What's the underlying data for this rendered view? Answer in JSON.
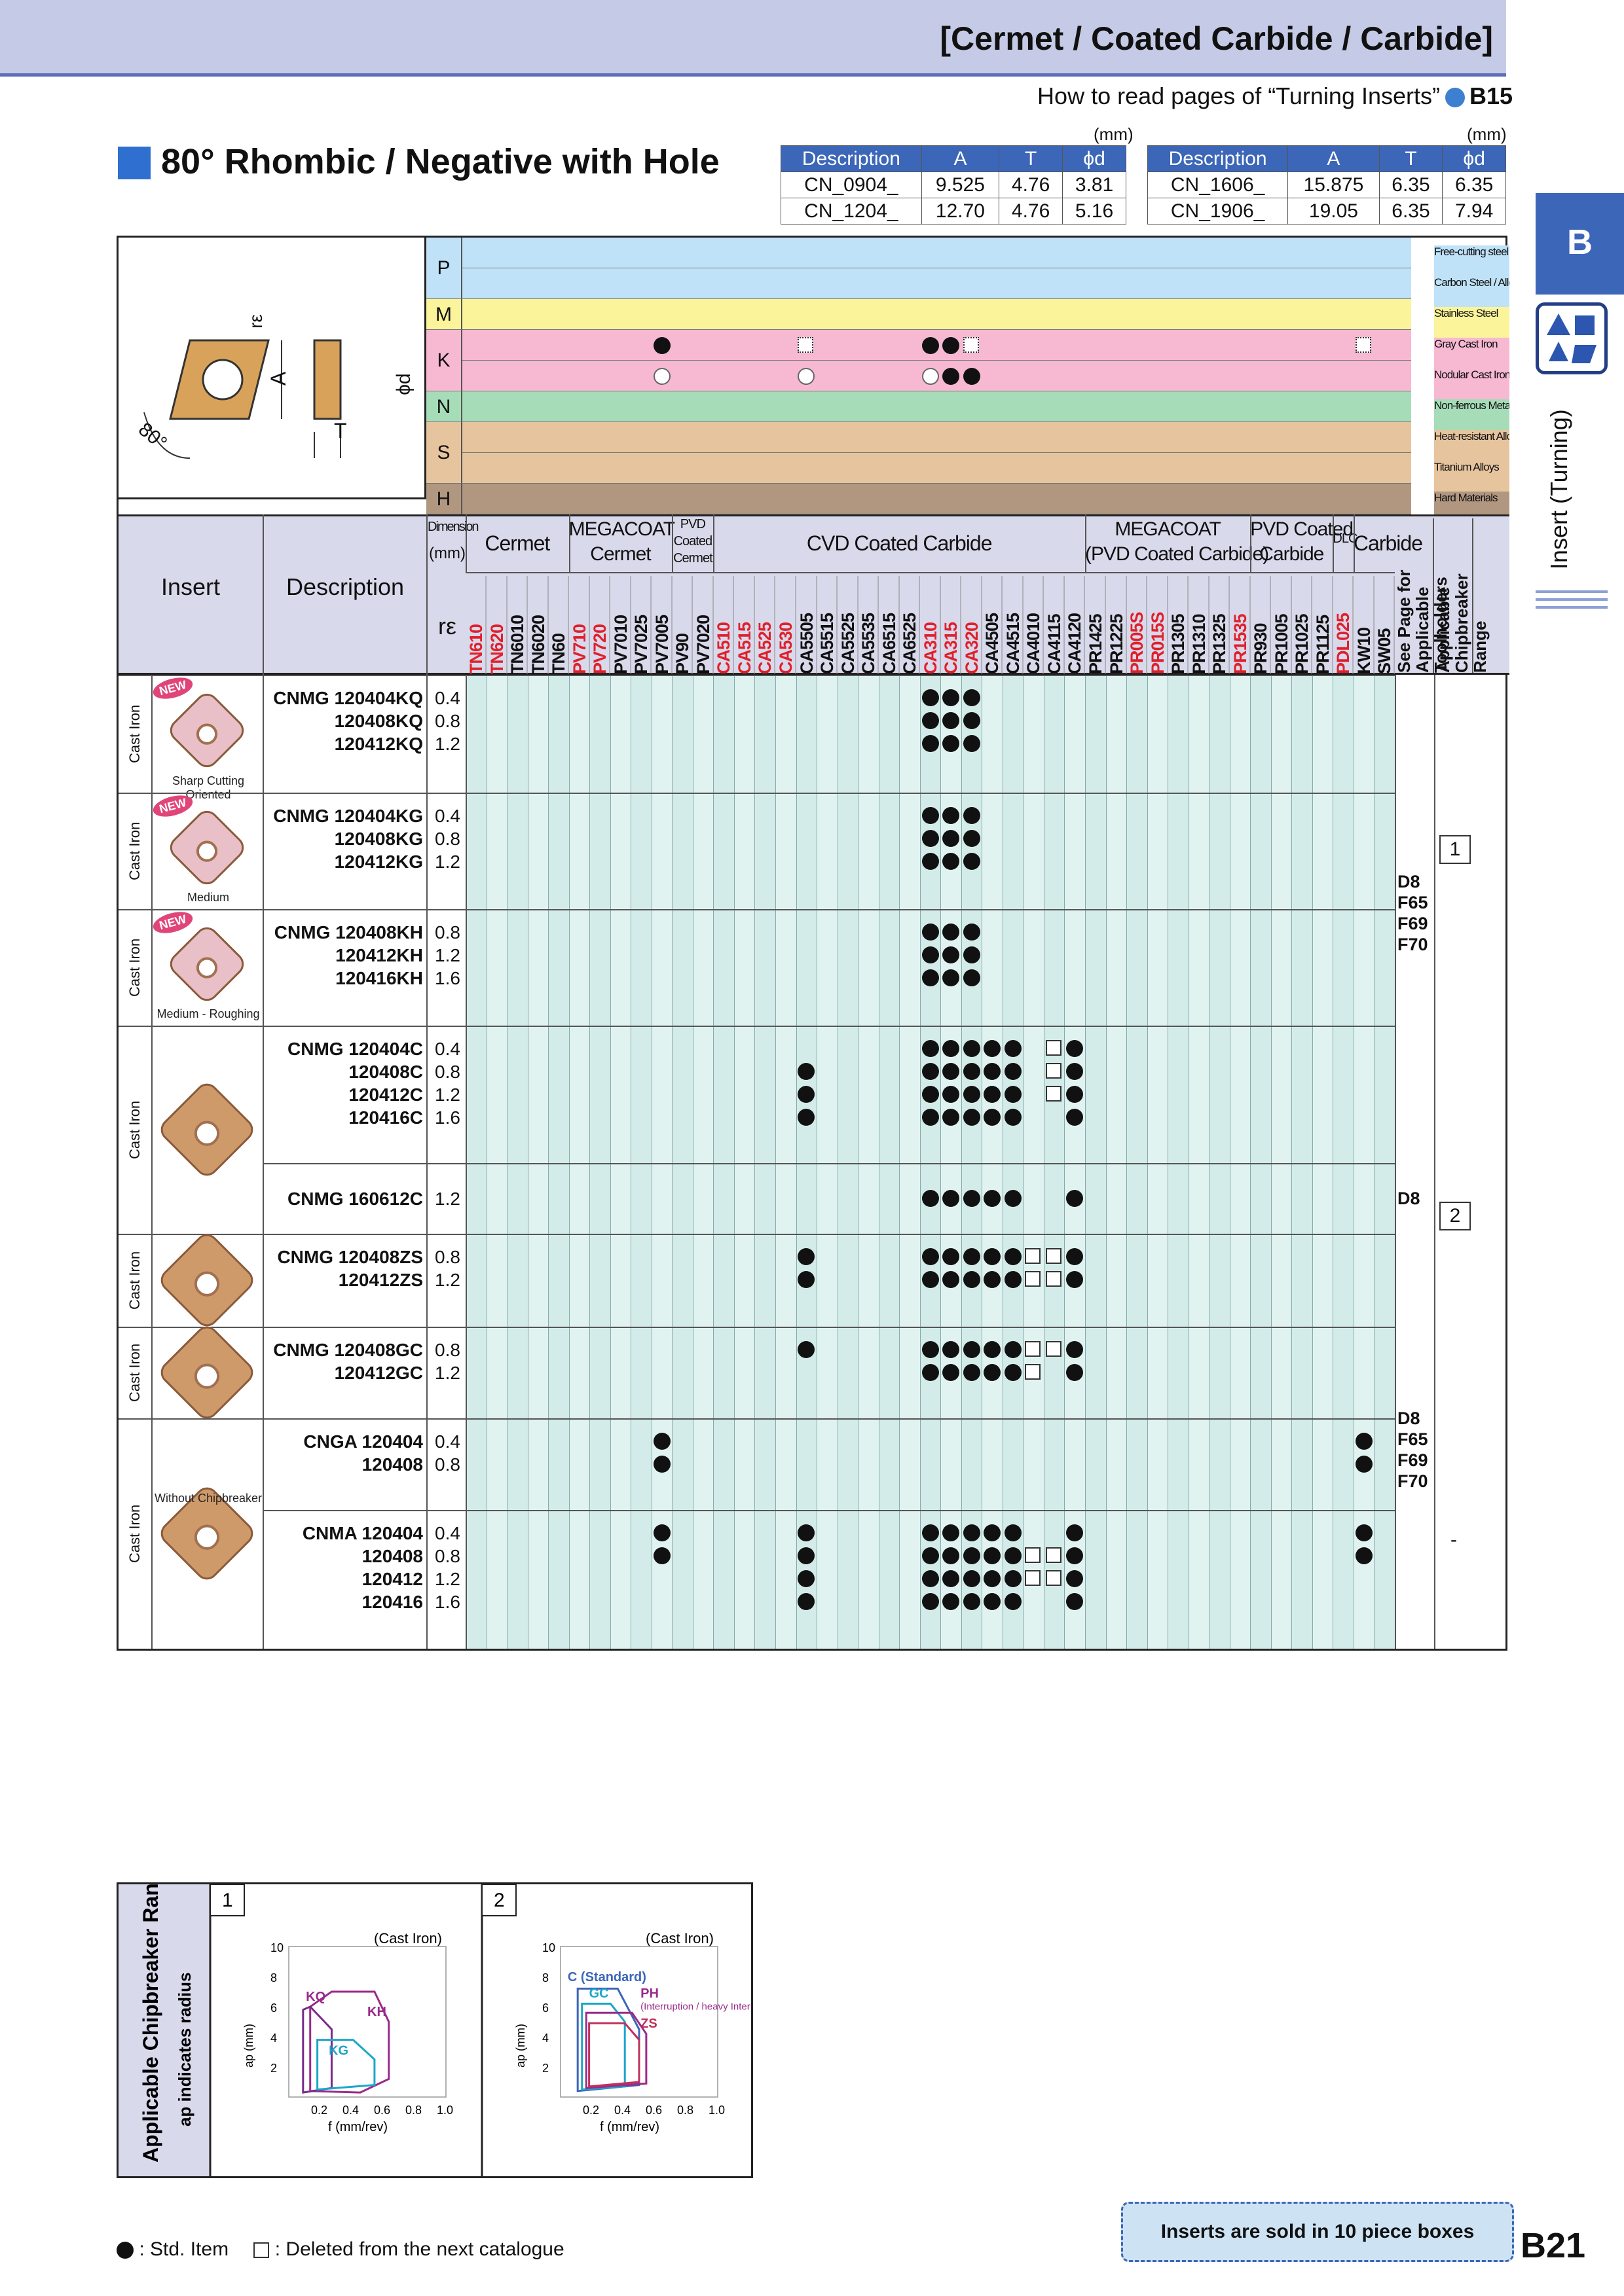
{
  "header": {
    "title": "[Cermet / Coated Carbide / Carbide]",
    "howto": "How to read pages of “Turning Inserts”",
    "howto_ref": "B15"
  },
  "section": {
    "title": "80° Rhombic / Negative with Hole"
  },
  "dimension_tables": {
    "unit": "(mm)",
    "headers": [
      "Description",
      "A",
      "T",
      "ϕd"
    ],
    "left": [
      [
        "CN_0904_",
        "9.525",
        "4.76",
        "3.81"
      ],
      [
        "CN_1204_",
        "12.70",
        "4.76",
        "5.16"
      ]
    ],
    "right": [
      [
        "CN_1606_",
        "15.875",
        "6.35",
        "6.35"
      ],
      [
        "CN_1906_",
        "19.05",
        "6.35",
        "7.94"
      ]
    ]
  },
  "side": {
    "tab": "B",
    "label": "Insert (Turning)"
  },
  "drawing": {
    "re": "rε",
    "a": "A",
    "t": "T",
    "phid": "ϕd",
    "angle": "80°"
  },
  "materials": [
    {
      "letter": "P",
      "label": "Free-cutting steel",
      "label2": "Carbon Steel / Alloy Steel",
      "color": "#bfe2f8"
    },
    {
      "letter": "M",
      "label": "Stainless Steel",
      "color": "#fbf49a"
    },
    {
      "letter": "K",
      "label": "Gray Cast Iron",
      "label2": "Nodular Cast Iron",
      "color": "#f7b8d2"
    },
    {
      "letter": "N",
      "label": "Non-ferrous Metals",
      "color": "#a7dcb8"
    },
    {
      "letter": "S",
      "label": "Heat-resistant Alloys",
      "label2": "Titanium Alloys",
      "color": "#e6c49e"
    },
    {
      "letter": "H",
      "label": "Hard Materials",
      "color": "#b19780"
    }
  ],
  "headings": {
    "insert": "Insert",
    "description": "Description",
    "dimension": "Dimension",
    "mm": "(mm)",
    "re": "rε",
    "cermet": "Cermet",
    "megacoat_cermet_1": "MEGACOAT",
    "megacoat_cermet_2": "Cermet",
    "pvd_cermet": "PVD Coated Cermet",
    "cvd": "CVD Coated Carbide",
    "megacoat_pvd_1": "MEGACOAT",
    "megacoat_pvd_2": "(PVD Coated Carbide)",
    "pvd_carbide_1": "PVD Coated",
    "pvd_carbide_2": "Carbide",
    "dlc": "DLC",
    "carbide": "Carbide",
    "see_page": "See Page for Applicable Toolholders",
    "chip_range": "Applicable Chipbreaker Range"
  },
  "grades": [
    {
      "name": "TN610",
      "color": "#e0202a"
    },
    {
      "name": "TN620",
      "color": "#e0202a"
    },
    {
      "name": "TN6010",
      "color": "#111"
    },
    {
      "name": "TN6020",
      "color": "#111"
    },
    {
      "name": "TN60",
      "color": "#111"
    },
    {
      "name": "PV710",
      "color": "#e0202a"
    },
    {
      "name": "PV720",
      "color": "#e0202a"
    },
    {
      "name": "PV7010",
      "color": "#111"
    },
    {
      "name": "PV7025",
      "color": "#111"
    },
    {
      "name": "PV7005",
      "color": "#111"
    },
    {
      "name": "PV90",
      "color": "#111"
    },
    {
      "name": "PV7020",
      "color": "#111"
    },
    {
      "name": "CA510",
      "color": "#e0202a"
    },
    {
      "name": "CA515",
      "color": "#e0202a"
    },
    {
      "name": "CA525",
      "color": "#e0202a"
    },
    {
      "name": "CA530",
      "color": "#e0202a"
    },
    {
      "name": "CA5505",
      "color": "#111"
    },
    {
      "name": "CA5515",
      "color": "#111"
    },
    {
      "name": "CA5525",
      "color": "#111"
    },
    {
      "name": "CA5535",
      "color": "#111"
    },
    {
      "name": "CA6515",
      "color": "#111"
    },
    {
      "name": "CA6525",
      "color": "#111"
    },
    {
      "name": "CA310",
      "color": "#e0202a"
    },
    {
      "name": "CA315",
      "color": "#e0202a"
    },
    {
      "name": "CA320",
      "color": "#e0202a"
    },
    {
      "name": "CA4505",
      "color": "#111"
    },
    {
      "name": "CA4515",
      "color": "#111"
    },
    {
      "name": "CA4010",
      "color": "#111"
    },
    {
      "name": "CA4115",
      "color": "#111"
    },
    {
      "name": "CA4120",
      "color": "#111"
    },
    {
      "name": "PR1425",
      "color": "#111"
    },
    {
      "name": "PR1225",
      "color": "#111"
    },
    {
      "name": "PR005S",
      "color": "#e0202a"
    },
    {
      "name": "PR015S",
      "color": "#e0202a"
    },
    {
      "name": "PR1305",
      "color": "#111"
    },
    {
      "name": "PR1310",
      "color": "#111"
    },
    {
      "name": "PR1325",
      "color": "#111"
    },
    {
      "name": "PR1535",
      "color": "#e0202a"
    },
    {
      "name": "PR930",
      "color": "#111"
    },
    {
      "name": "PR1005",
      "color": "#111"
    },
    {
      "name": "PR1025",
      "color": "#111"
    },
    {
      "name": "PR1125",
      "color": "#111"
    },
    {
      "name": "PDL025",
      "color": "#e0202a"
    },
    {
      "name": "KW10",
      "color": "#111"
    },
    {
      "name": "SW05",
      "color": "#111"
    }
  ],
  "rows": [
    {
      "material": "Cast Iron",
      "badge": "NEW",
      "caption": "Sharp Cutting Oriented",
      "items": [
        [
          "CNMG 120404KQ",
          "0.4"
        ],
        [
          "120408KQ",
          "0.8"
        ],
        [
          "120412KQ",
          "1.2"
        ]
      ]
    },
    {
      "material": "Cast Iron",
      "badge": "NEW",
      "caption": "Medium",
      "items": [
        [
          "CNMG 120404KG",
          "0.4"
        ],
        [
          "120408KG",
          "0.8"
        ],
        [
          "120412KG",
          "1.2"
        ]
      ]
    },
    {
      "material": "Cast Iron",
      "badge": "NEW",
      "caption": "Medium - Roughing",
      "items": [
        [
          "CNMG 120408KH",
          "0.8"
        ],
        [
          "120412KH",
          "1.2"
        ],
        [
          "120416KH",
          "1.6"
        ]
      ]
    },
    {
      "material": "Cast Iron",
      "items": [
        [
          "CNMG 120404C",
          "0.4"
        ],
        [
          "120408C",
          "0.8"
        ],
        [
          "120412C",
          "1.2"
        ],
        [
          "120416C",
          "1.6"
        ]
      ]
    },
    {
      "items": [
        [
          "CNMG 160612C",
          "1.2"
        ]
      ]
    },
    {
      "material": "Cast Iron",
      "items": [
        [
          "CNMG 120408ZS",
          "0.8"
        ],
        [
          "120412ZS",
          "1.2"
        ]
      ]
    },
    {
      "material": "Cast Iron",
      "items": [
        [
          "CNMG 120408GC",
          "0.8"
        ],
        [
          "120412GC",
          "1.2"
        ]
      ]
    },
    {
      "material": "Cast Iron",
      "caption": "Without Chipbreaker",
      "items": [
        [
          "CNGA 120404",
          "0.4"
        ],
        [
          "120408",
          "0.8"
        ]
      ]
    },
    {
      "items": [
        [
          "CNMA 120404",
          "0.4"
        ],
        [
          "120408",
          "0.8"
        ],
        [
          "120412",
          "1.2"
        ],
        [
          "120416",
          "1.6"
        ]
      ]
    }
  ],
  "see_pages": {
    "a": "D8 F65 F69 F70",
    "b": "D8",
    "c": "D8 F65 F69 F70"
  },
  "chip_boxes": {
    "one": "1",
    "two": "2",
    "dash": "-"
  },
  "chipbreaker_panel": {
    "title": "Applicable Chipbreaker Range",
    "subtitle": "ap indicates radius",
    "charts": [
      {
        "num": "1",
        "material": "(Cast Iron)",
        "labels": [
          "KQ",
          "KH",
          "KG"
        ]
      },
      {
        "num": "2",
        "material": "(Cast Iron)",
        "labels": [
          "C (Standard)",
          "GC",
          "PH",
          "(Interruption / heavy Interruption)",
          "ZS"
        ]
      }
    ],
    "y_ticks": [
      "10",
      "8",
      "6",
      "4",
      "2"
    ],
    "x_ticks": [
      "0.2",
      "0.4",
      "0.6",
      "0.8",
      "1.0"
    ],
    "ylabel": "ap (mm)",
    "xlabel": "f (mm/rev)"
  },
  "legend": {
    "std": ": Std. Item",
    "deleted": ": Deleted from the next catalogue"
  },
  "sold": "Inserts are sold in 10 piece boxes",
  "page": "B21"
}
